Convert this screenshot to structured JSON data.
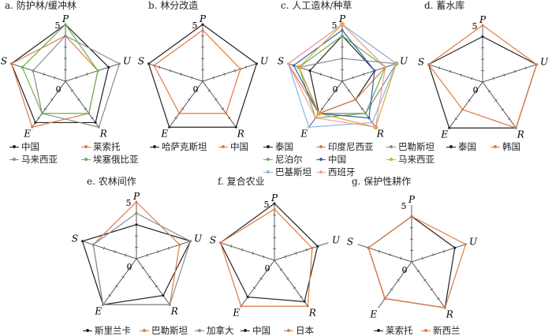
{
  "axes": [
    "P",
    "U",
    "R",
    "E",
    "S"
  ],
  "scale_max_label": "5",
  "scale_min_label": "0",
  "colors": {
    "black": "#222222",
    "orange": "#e07b3f",
    "gray": "#8a8a8a",
    "green": "#6ab04c",
    "blue": "#2e5fa8",
    "yellow": "#d9a73a",
    "lightblue": "#8db4e0",
    "pink": "#f0a0a0"
  },
  "chart_data": [
    {
      "type": "radar",
      "title": "a. 防护林/缓冲林",
      "axes": [
        "P",
        "U",
        "R",
        "E",
        "S"
      ],
      "range": [
        0,
        5
      ],
      "series": [
        {
          "name": "中国",
          "color": "#222222",
          "values": [
            5,
            4,
            4.5,
            4.5,
            5
          ]
        },
        {
          "name": "莱索托",
          "color": "#e07b3f",
          "values": [
            4,
            3,
            3.5,
            5,
            5
          ]
        },
        {
          "name": "马来西亚",
          "color": "#8a8a8a",
          "values": [
            4,
            5,
            5,
            3.5,
            3
          ]
        },
        {
          "name": "埃塞俄比亚",
          "color": "#6ab04c",
          "values": [
            5,
            3,
            3.5,
            3.5,
            4
          ]
        }
      ]
    },
    {
      "type": "radar",
      "title": "b. 林分改造",
      "axes": [
        "P",
        "U",
        "R",
        "E",
        "S"
      ],
      "range": [
        0,
        5
      ],
      "series": [
        {
          "name": "哈萨克斯坦",
          "color": "#222222",
          "values": [
            5,
            5,
            5,
            5,
            5
          ]
        },
        {
          "name": "中国",
          "color": "#e07b3f",
          "values": [
            4.5,
            3.5,
            3.5,
            3.5,
            4.5
          ]
        }
      ]
    },
    {
      "type": "radar",
      "title": "c. 人工造林/种草",
      "axes": [
        "P",
        "U",
        "R",
        "E",
        "S"
      ],
      "range": [
        0,
        5
      ],
      "series": [
        {
          "name": "泰国",
          "color": "#222222",
          "values": [
            4,
            3,
            2,
            3.5,
            3
          ]
        },
        {
          "name": "印度尼西亚",
          "color": "#e07b3f",
          "values": [
            5,
            4,
            2,
            3.5,
            5
          ]
        },
        {
          "name": "巴勒斯坦",
          "color": "#8a8a8a",
          "values": [
            2,
            5,
            3.5,
            3.5,
            4
          ]
        },
        {
          "name": "尼泊尔",
          "color": "#6ab04c",
          "values": [
            4,
            4,
            3.5,
            4,
            4
          ]
        },
        {
          "name": "中国",
          "color": "#2e5fa8",
          "values": [
            4.5,
            3,
            4,
            3.5,
            4.5
          ]
        },
        {
          "name": "马来西亚",
          "color": "#d9a73a",
          "values": [
            5,
            5,
            5,
            3.5,
            4
          ]
        },
        {
          "name": "巴基斯坦",
          "color": "#8db4e0",
          "values": [
            5,
            5,
            4.5,
            5,
            5
          ]
        },
        {
          "name": "西班牙",
          "color": "#f0a0a0",
          "values": [
            5,
            4,
            5,
            4,
            5
          ]
        }
      ]
    },
    {
      "type": "radar",
      "title": "d. 蓄水库",
      "axes": [
        "P",
        "U",
        "R",
        "E",
        "S"
      ],
      "range": [
        0,
        5
      ],
      "series": [
        {
          "name": "泰国",
          "color": "#222222",
          "values": [
            4,
            5,
            5,
            5,
            5
          ]
        },
        {
          "name": "韩国",
          "color": "#e07b3f",
          "values": [
            5,
            5,
            5,
            3,
            5
          ]
        }
      ]
    },
    {
      "type": "radar",
      "title": "e. 农林间作",
      "axes": [
        "P",
        "U",
        "R",
        "E",
        "S"
      ],
      "range": [
        0,
        5
      ],
      "series": [
        {
          "name": "斯里兰卡",
          "color": "#222222",
          "values": [
            3,
            5,
            4,
            5,
            5
          ]
        },
        {
          "name": "巴勒斯坦",
          "color": "#e07b3f",
          "values": [
            5,
            4,
            5,
            5,
            4
          ]
        },
        {
          "name": "加拿大",
          "color": "#8a8a8a",
          "values": [
            4,
            5,
            5,
            5,
            4
          ]
        }
      ]
    },
    {
      "type": "radar",
      "title": "f. 复合农业",
      "axes": [
        "P",
        "U",
        "R",
        "E",
        "S"
      ],
      "range": [
        0,
        5
      ],
      "series": [
        {
          "name": "中国",
          "color": "#222222",
          "values": [
            5,
            4,
            4.5,
            4,
            5
          ]
        },
        {
          "name": "日本",
          "color": "#e07b3f",
          "values": [
            4.5,
            3.5,
            5,
            5,
            5
          ]
        }
      ]
    },
    {
      "type": "radar",
      "title": "g. 保护性耕作",
      "axes": [
        "P",
        "U",
        "R",
        "E",
        "S"
      ],
      "range": [
        0,
        5
      ],
      "series": [
        {
          "name": "莱索托",
          "color": "#222222",
          "values": [
            4,
            4,
            5,
            4,
            4
          ]
        },
        {
          "name": "新西兰",
          "color": "#e07b3f",
          "values": [
            4,
            5,
            5,
            4,
            4
          ]
        }
      ]
    }
  ]
}
